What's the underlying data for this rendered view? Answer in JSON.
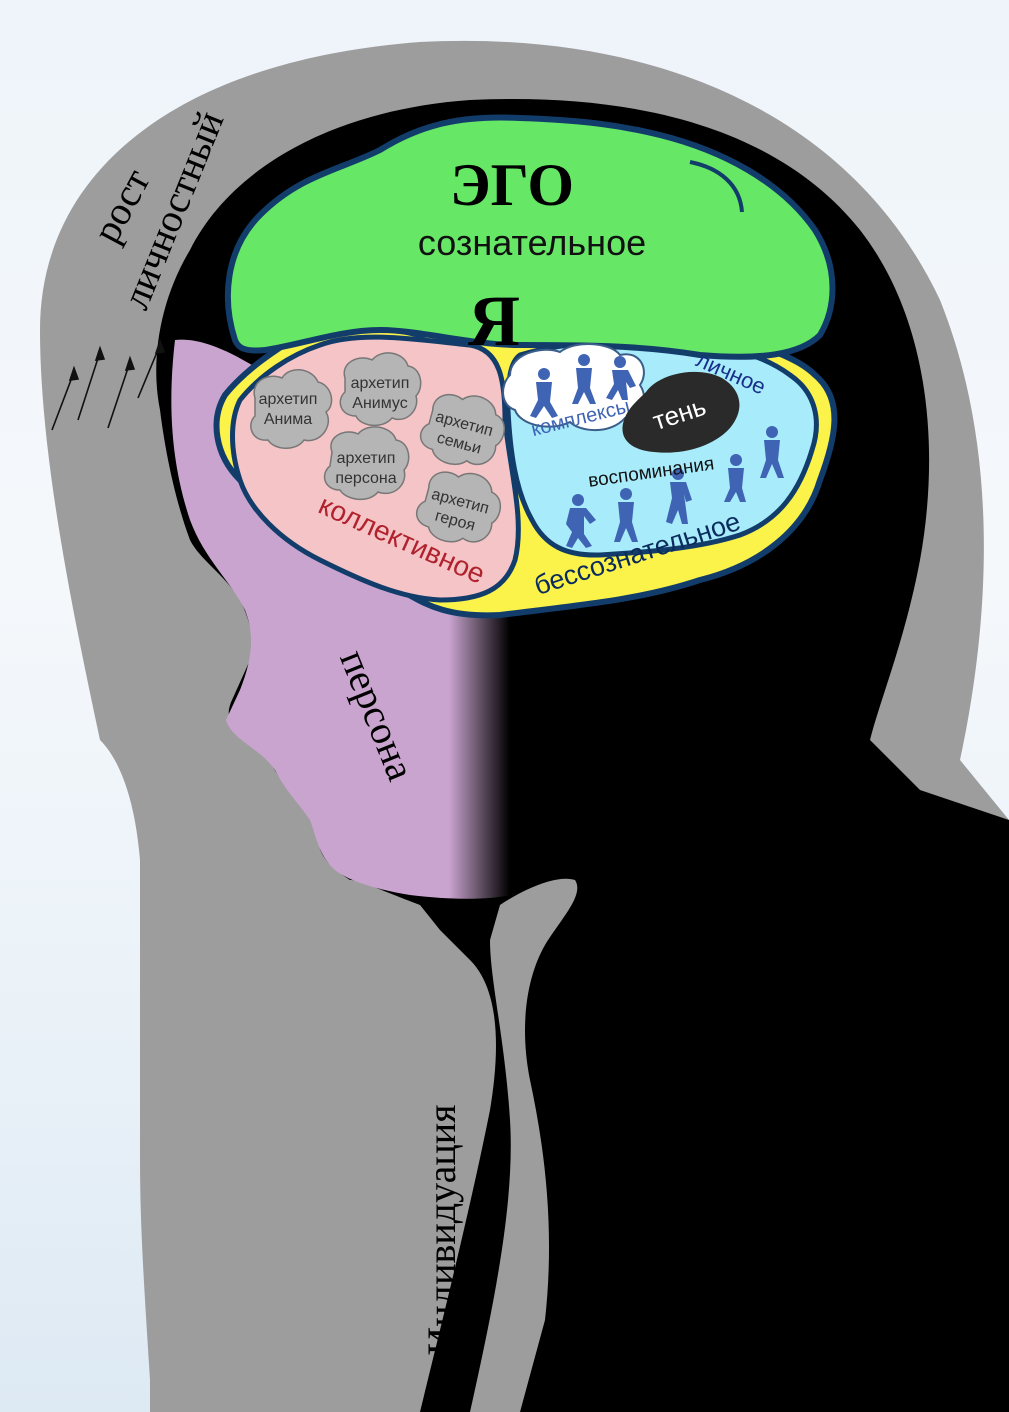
{
  "diagram": {
    "ego": {
      "title": "ЭГО",
      "subtitle": "сознательное",
      "self": "Я"
    },
    "collective": {
      "label": "коллективное",
      "archetypes": [
        {
          "line1": "архетип",
          "line2": "Анима"
        },
        {
          "line1": "архетип",
          "line2": "Анимус"
        },
        {
          "line1": "архетип",
          "line2": "семьи"
        },
        {
          "line1": "архетип",
          "line2": "персона"
        },
        {
          "line1": "архетип",
          "line2": "героя"
        }
      ]
    },
    "personal": {
      "label": "личное",
      "complexes": "комплексы",
      "shadow": "тень",
      "memories": "воспоминания"
    },
    "unconscious_label": "бессознательное",
    "persona_label": "персона",
    "growth": {
      "line1": "рост",
      "line2": "личностный"
    },
    "individuation_label": "Индивидуация",
    "colors": {
      "ego": "#66e866",
      "collective": "#f5c4c6",
      "personal": "#a8ecfb",
      "unconscious": "#fbf24a",
      "outline": "#123d6b",
      "persona": "#c9a4cf",
      "halo": "#9d9d9d",
      "silhouette": "#000000"
    }
  }
}
